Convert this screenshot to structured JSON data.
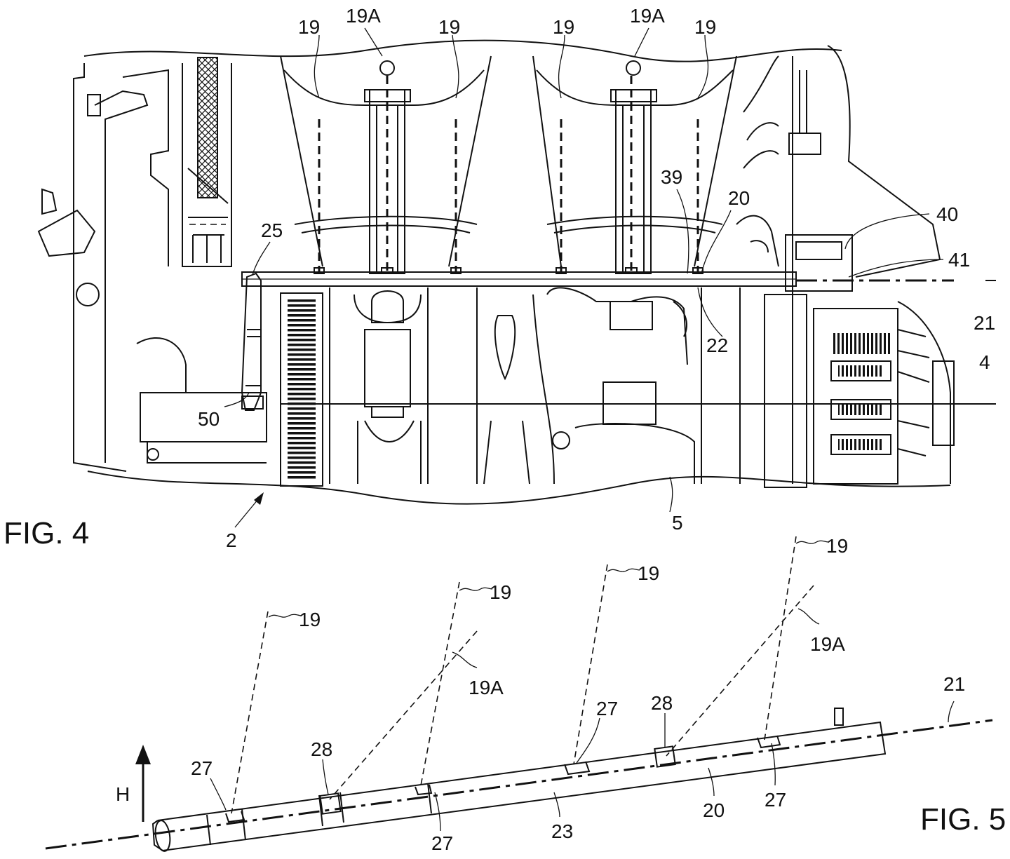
{
  "figures": {
    "fig4": {
      "caption": "FIG. 4",
      "labels": {
        "l19_a": "19",
        "l19A_a": "19A",
        "l19_b": "19",
        "l19_c": "19",
        "l19A_b": "19A",
        "l19_d": "19",
        "l39": "39",
        "l20": "20",
        "l40": "40",
        "l41": "41",
        "l25": "25",
        "l21": "21",
        "l22": "22",
        "l4": "4",
        "l50": "50",
        "l5": "5",
        "l2": "2"
      }
    },
    "fig5": {
      "caption": "FIG. 5",
      "labels": {
        "l19_a": "19",
        "l19_b": "19",
        "l19_c": "19",
        "l19_d": "19",
        "l19A_a": "19A",
        "l19A_b": "19A",
        "l21": "21",
        "l27_a": "27",
        "l28_a": "28",
        "l27_b": "27",
        "l28_b": "28",
        "l27_c": "27",
        "l27_d": "27",
        "l23": "23",
        "l20": "20",
        "lH": "H"
      }
    }
  }
}
